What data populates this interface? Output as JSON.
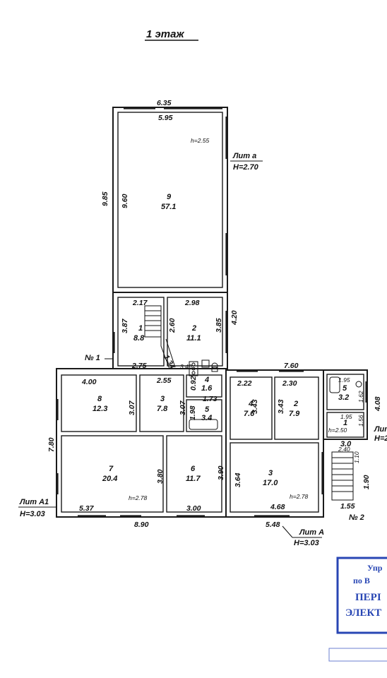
{
  "title": "1 этаж",
  "lit_labels": {
    "lit_a_small": {
      "name": "Лит а",
      "height": "H=2.70"
    },
    "lit_a1": {
      "name": "Лит А1",
      "height": "H=3.03"
    },
    "lit_a": {
      "name": "Лит А",
      "height": "H=3.03"
    },
    "lit_cut": {
      "name": "Лит",
      "height": "H=2"
    }
  },
  "entrances": {
    "entrance_1": "№ 1",
    "entrance_2": "№ 2"
  },
  "ceiling_heights": {
    "room9": "h=2.55",
    "room7": "h=2.78",
    "room3a": "h=2.78",
    "small_block": "h=2.50"
  },
  "rooms": {
    "r9": {
      "num": "9",
      "area": "57.1"
    },
    "r1_top": {
      "num": "1",
      "area": "8.8"
    },
    "r2_top": {
      "num": "2",
      "area": "11.1"
    },
    "r8": {
      "num": "8",
      "area": "12.3"
    },
    "r3_left": {
      "num": "3",
      "area": "7.8"
    },
    "r4_small": {
      "num": "4",
      "area": "1.6"
    },
    "r5_small": {
      "num": "5",
      "area": "3.4"
    },
    "r7": {
      "num": "7",
      "area": "20.4"
    },
    "r6": {
      "num": "6",
      "area": "11.7"
    },
    "r4_a": {
      "num": "4",
      "area": "7.6"
    },
    "r2_a": {
      "num": "2",
      "area": "7.9"
    },
    "r3_a": {
      "num": "3",
      "area": "17.0"
    },
    "r5_right": {
      "num": "5",
      "area": "3.2"
    },
    "r1_right": {
      "num": "1",
      "area": "3.0"
    }
  },
  "dimensions": {
    "d635": "6.35",
    "d595": "5.95",
    "d985": "9.85",
    "d960": "9.60",
    "d217": "2.17",
    "d298": "2.98",
    "d387": "3.87",
    "d260": "2.60",
    "d385": "3.85",
    "d420": "4.20",
    "d275": "2.75",
    "d134": "1.34",
    "d340": "3.40",
    "d760": "7.60",
    "d400": "4.00",
    "d255": "2.55",
    "d092": "0.92",
    "d173": "1.73",
    "d198": "1.98",
    "d307a": "3.07",
    "d307b": "3.07",
    "d222": "2.22",
    "d230": "2.30",
    "d343a": "3.43",
    "d343b": "3.43",
    "d195a": "1.95",
    "d195b": "1.95",
    "d162": "1.62",
    "d408": "4.08",
    "d156": "1.56",
    "d240": "2.40",
    "d110": "1.10",
    "d190": "1.90",
    "d155": "1.55",
    "d780": "7.80",
    "d380": "3.80",
    "d390": "3.90",
    "d364": "3.64",
    "d537": "5.37",
    "d300": "3.00",
    "d468": "4.68",
    "d890": "8.90",
    "d548": "5.48"
  },
  "stamp": {
    "line1": "Упр",
    "line2": "по В",
    "line3": "ПЕРІ",
    "line4": "ЭЛЕКТ"
  }
}
